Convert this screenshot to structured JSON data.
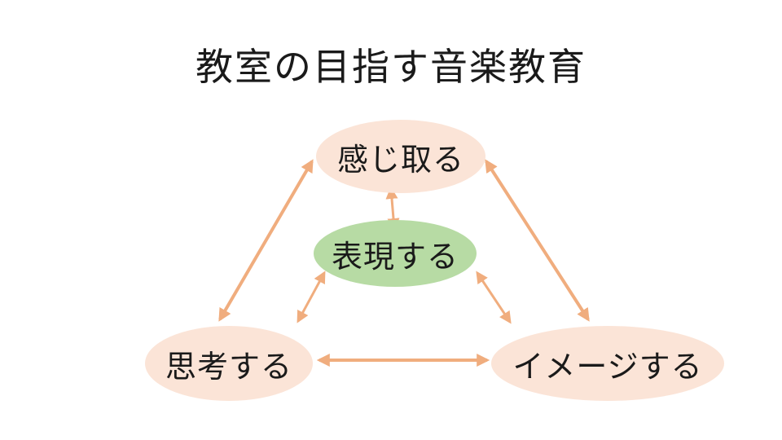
{
  "title": "教室の目指す音楽教育",
  "colors": {
    "outer_node_fill": "#fbe4d7",
    "center_node_fill": "#b7dba4",
    "arrow": "#f0ad7e",
    "text": "#1a1a1a"
  },
  "nodes": {
    "feel": "感じ取る",
    "express": "表現する",
    "think": "思考する",
    "imagine": "イメージする"
  },
  "connections": [
    {
      "from": "feel",
      "to": "think",
      "style": "double-headed"
    },
    {
      "from": "feel",
      "to": "imagine",
      "style": "double-headed"
    },
    {
      "from": "think",
      "to": "imagine",
      "style": "double-headed"
    },
    {
      "from": "feel",
      "to": "express",
      "style": "double-headed"
    },
    {
      "from": "express",
      "to": "think",
      "style": "double-headed"
    },
    {
      "from": "express",
      "to": "imagine",
      "style": "double-headed"
    }
  ]
}
